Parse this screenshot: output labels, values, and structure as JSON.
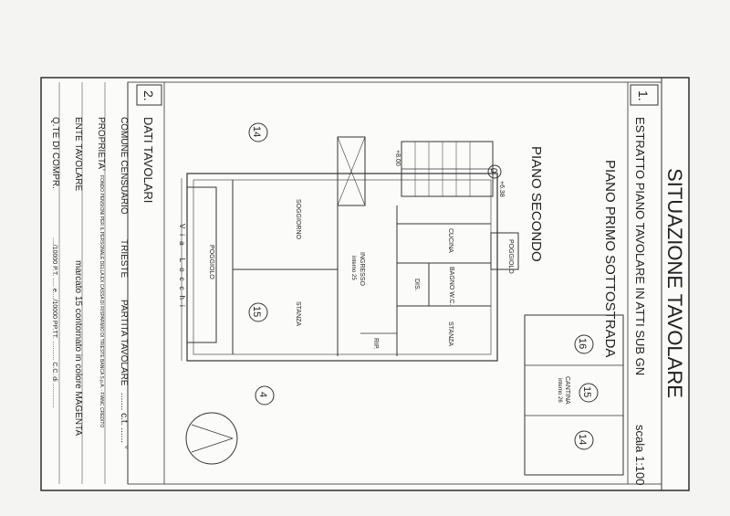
{
  "title": "SITUAZIONE TAVOLARE",
  "section1": {
    "number": "1.",
    "heading": "ESTRATTO PIANO TAVOLARE IN ATTI SUB GN",
    "scale": "scala 1:100"
  },
  "plan": {
    "label_primo": "PIANO PRIMO SOTTOSTRADA",
    "label_secondo": "PIANO SECONDO",
    "street": "Via Locchi",
    "elevation_a": "+6.38",
    "elevation_b": "+8.00",
    "unit_marker": "0",
    "markers": [
      "14",
      "15",
      "4",
      "16",
      "15",
      "14"
    ],
    "rooms": {
      "cucina": "CUCINA",
      "poggiolo_right": "POGGIOLO",
      "bagno": "BAGNO W.C.",
      "dis": "DIS.",
      "stanza_right": "STANZA",
      "ingresso": "INGRESSO",
      "ingresso_note": "interno 25",
      "soggiorno": "SOGGIORNO",
      "stanza_left": "STANZA",
      "poggiolo_left": "POGGIOLO",
      "rip": "RIP.",
      "cantina": "CANTINA",
      "cantina_note": "interno 26"
    }
  },
  "section2": {
    "number": "2.",
    "heading": "DATI TAVOLARI",
    "rows": [
      {
        "label": "COMUNE CENSUARIO",
        "value": "TRIESTE",
        "extra_label": "PARTITA TAVOLARE",
        "extra_value": "....... c.t. ...... °"
      },
      {
        "label": "PROPRIETA'",
        "value": "FONDO PENSIONI PER IL PERSONALE DELLA EX CASSA DI RISPARMIO DI TRIESTE BANCA S.p.A. - FIANC CREDITO",
        "extra_label": "",
        "extra_value": ""
      },
      {
        "label": "ENTE TAVOLARE",
        "value": "marcato 15 contornato in colore MAGENTA",
        "extra_label": "",
        "extra_value": ""
      },
      {
        "label": "Q.TE DI COMPR.",
        "value": "..../10000 P.T. ..... e..../10000 PP.TT. ........... C.C. di ..............",
        "extra_label": "",
        "extra_value": ""
      }
    ]
  }
}
